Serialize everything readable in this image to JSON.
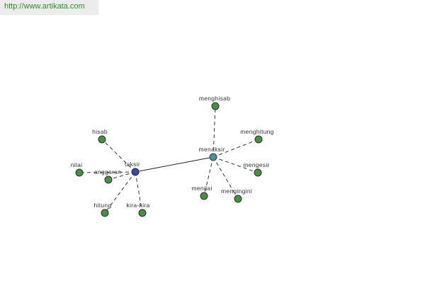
{
  "header": {
    "url": "http://www.artikata.com"
  },
  "graph": {
    "colors": {
      "leaf": "#4e8a4c",
      "hub_primary": "#3f4aa0",
      "hub_secondary": "#4f8f8f"
    },
    "nodes": [
      {
        "id": "taksir",
        "label": "taksir",
        "kind": "hub-primary"
      },
      {
        "id": "menaksir",
        "label": "menaksir",
        "kind": "hub-secondary"
      },
      {
        "id": "hisab",
        "label": "hisab",
        "kind": "leaf"
      },
      {
        "id": "nilai",
        "label": "nilai",
        "kind": "leaf"
      },
      {
        "id": "anggaran",
        "label": "anggaran",
        "kind": "leaf"
      },
      {
        "id": "hitung",
        "label": "hitung",
        "kind": "leaf"
      },
      {
        "id": "kira-kira",
        "label": "kira-kira",
        "kind": "leaf"
      },
      {
        "id": "menghisab",
        "label": "menghisab",
        "kind": "leaf"
      },
      {
        "id": "menghitung",
        "label": "menghitung",
        "kind": "leaf"
      },
      {
        "id": "mengesir",
        "label": "mengesir",
        "kind": "leaf"
      },
      {
        "id": "menilai",
        "label": "menilai",
        "kind": "leaf"
      },
      {
        "id": "mengingini",
        "label": "mengingini",
        "kind": "leaf"
      }
    ],
    "edges": [
      {
        "from": "taksir",
        "to": "menaksir",
        "style": "solid"
      },
      {
        "from": "taksir",
        "to": "hisab",
        "style": "dashed"
      },
      {
        "from": "taksir",
        "to": "nilai",
        "style": "dashed"
      },
      {
        "from": "taksir",
        "to": "anggaran",
        "style": "dashed"
      },
      {
        "from": "taksir",
        "to": "hitung",
        "style": "dashed"
      },
      {
        "from": "taksir",
        "to": "kira-kira",
        "style": "dashed"
      },
      {
        "from": "menaksir",
        "to": "menghisab",
        "style": "dashed"
      },
      {
        "from": "menaksir",
        "to": "menghitung",
        "style": "dashed"
      },
      {
        "from": "menaksir",
        "to": "mengesir",
        "style": "dashed"
      },
      {
        "from": "menaksir",
        "to": "menilai",
        "style": "dashed"
      },
      {
        "from": "menaksir",
        "to": "mengingini",
        "style": "dashed"
      }
    ]
  }
}
